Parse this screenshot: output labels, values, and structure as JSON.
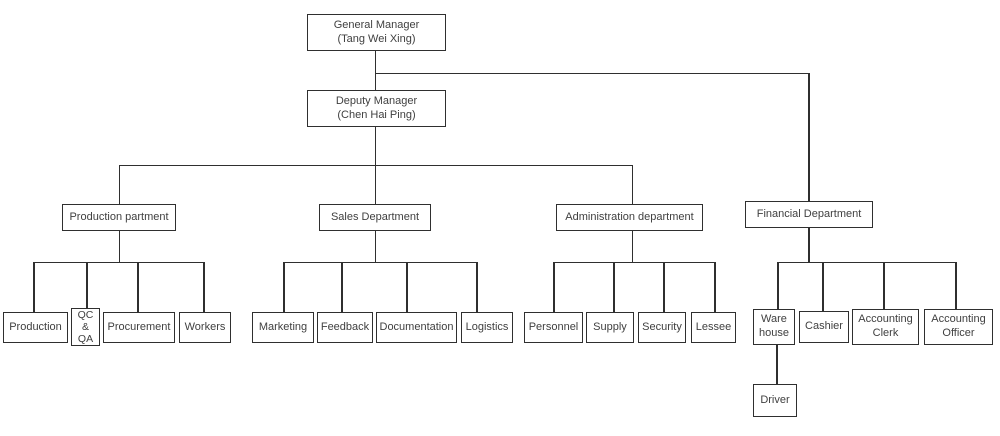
{
  "org": {
    "title": "Company organization chart",
    "colors": {
      "line": "#2f2f2f",
      "text": "#404040",
      "background": "#ffffff",
      "box_fill": "#ffffff"
    },
    "nodes": {
      "general_manager": {
        "label": "General Manager\n(Tang Wei Xing)"
      },
      "deputy_manager": {
        "label": "Deputy Manager\n(Chen Hai Ping)"
      },
      "production_department": {
        "label": "Production partment"
      },
      "sales_department": {
        "label": "Sales Department"
      },
      "administration_department": {
        "label": "Administration department"
      },
      "financial_department": {
        "label": "Financial Department"
      },
      "production": {
        "label": "Production"
      },
      "qc_qa": {
        "label": "QC\n&\nQA"
      },
      "procurement": {
        "label": "Procurement"
      },
      "workers": {
        "label": "Workers"
      },
      "marketing": {
        "label": "Marketing"
      },
      "feedback": {
        "label": "Feedback"
      },
      "documentation": {
        "label": "Documentation"
      },
      "logistics": {
        "label": "Logistics"
      },
      "personnel": {
        "label": "Personnel"
      },
      "supply": {
        "label": "Supply"
      },
      "security": {
        "label": "Security"
      },
      "lessee": {
        "label": "Lessee"
      },
      "warehouse": {
        "label": "Ware\nhouse"
      },
      "cashier": {
        "label": "Cashier"
      },
      "accounting_clerk": {
        "label": "Accounting\nClerk"
      },
      "accounting_officer": {
        "label": "Accounting\nOfficer"
      },
      "driver": {
        "label": "Driver"
      }
    }
  }
}
